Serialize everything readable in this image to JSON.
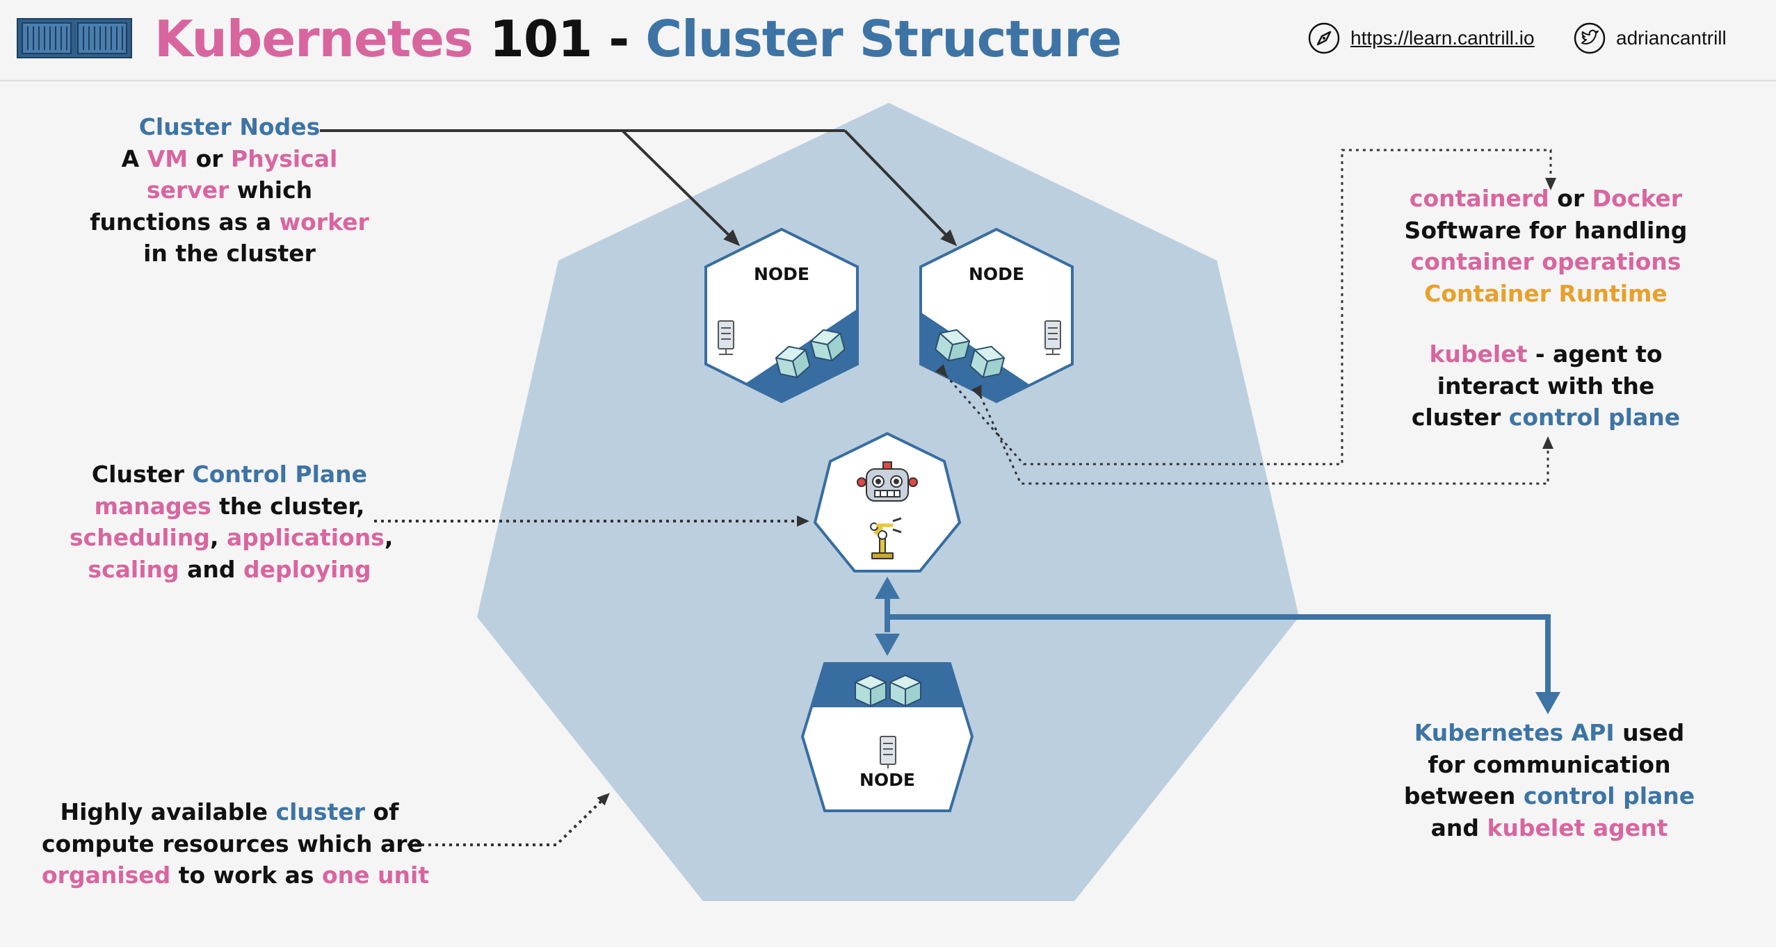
{
  "header": {
    "title_part1": "Kubernetes",
    "title_part2": " 101 - ",
    "title_part3": "Cluster Structure",
    "website": "https://learn.cantrill.io",
    "twitter": "adriancantrill",
    "colors": {
      "pink": "#d9659f",
      "blue": "#3d74a5",
      "dark": "#111111",
      "orange": "#e8a02b"
    }
  },
  "nodes": {
    "top_left": "NODE",
    "top_right": "NODE",
    "bottom": "NODE"
  },
  "notes": {
    "cluster_nodes": {
      "l1a": "Cluster",
      "l1b": " Nodes",
      "l2a": "A ",
      "l2b": "VM",
      "l2c": " or ",
      "l2d": "Physical",
      "l3a": "server",
      "l3b": " which",
      "l4a": "functions as a ",
      "l4b": "worker",
      "l5": "in the cluster"
    },
    "control_plane": {
      "l1a": "Cluster ",
      "l1b": "Control Plane",
      "l2a": "manages",
      "l2b": " the cluster,",
      "l3a": "scheduling",
      "l3b": ", ",
      "l3c": "applications",
      "l3d": ",",
      "l4a": "scaling",
      "l4b": " and ",
      "l4c": "deploying"
    },
    "cluster": {
      "l1a": "Highly available ",
      "l1b": "cluster",
      "l1c": " of",
      "l2": "compute resources which are",
      "l3a": "organised",
      "l3b": " to work as ",
      "l3c": "one unit"
    },
    "runtime": {
      "l1a": "containerd",
      "l1b": " or ",
      "l1c": "Docker",
      "l2": "Software for handling",
      "l3": "container operations",
      "l4": "Container Runtime"
    },
    "kubelet": {
      "l1a": "kubelet",
      "l1b": " - agent to",
      "l2": "interact with the",
      "l3a": "cluster ",
      "l3b": "control plane"
    },
    "api": {
      "l1a": "Kubernetes API",
      "l1b": " used",
      "l2": "for communication",
      "l3a": "between ",
      "l3b": "control plane",
      "l4a": "and ",
      "l4b": "kubelet agent"
    }
  },
  "icons": [
    "server-rack-logo",
    "compass-icon",
    "twitter-bird-icon",
    "server-icon",
    "container-cube-icon",
    "robot-icon",
    "robotic-arm-icon"
  ]
}
